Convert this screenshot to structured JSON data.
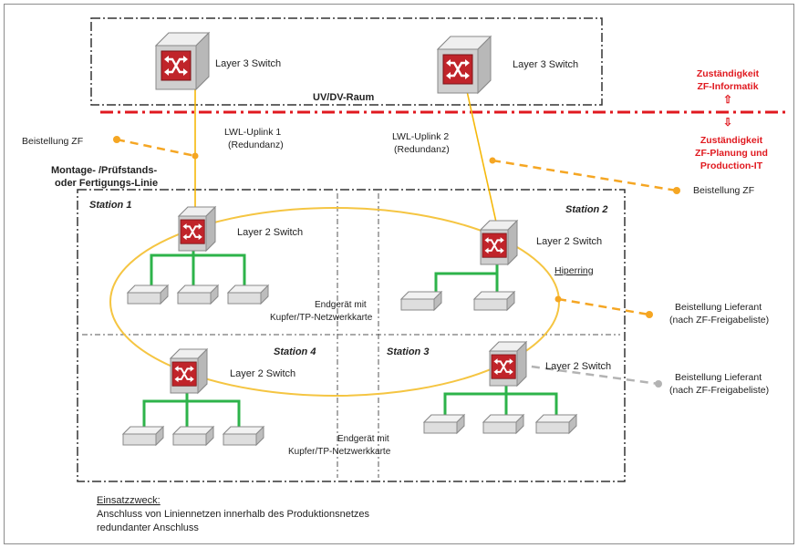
{
  "colors": {
    "uplink": "#f5b80a",
    "ring": "#f5c542",
    "provision_zf": "#f5a623",
    "provision_grey": "#b3b3b3",
    "responsibility": "#e0191f",
    "drop_cable": "#2db34a",
    "switch_icon": "#c0242a"
  },
  "core": {
    "switch_left_label": "Layer 3 Switch",
    "switch_right_label": "Layer 3 Switch",
    "room_label": "UV/DV-Raum"
  },
  "responsibility": {
    "top_line1": "Zuständigkeit",
    "top_line2": "ZF-Informatik",
    "top_arrow": "⇧",
    "bottom_arrow": "⇩",
    "bottom_line1": "Zuständigkeit",
    "bottom_line2": "ZF-Planung und",
    "bottom_line3": "Production-IT"
  },
  "uplinks": {
    "left_line1": "LWL-Uplink 1",
    "left_line2": "(Redundanz)",
    "right_line1": "LWL-Uplink 2",
    "right_line2": "(Redundanz)"
  },
  "provision": {
    "zf_left": "Beistellung ZF",
    "zf_right": "Beistellung ZF",
    "supplier1_line1": "Beistellung Lieferant",
    "supplier1_line2": "(nach ZF-Freigabeliste)",
    "supplier2_line1": "Beistellung Lieferant",
    "supplier2_line2": "(nach ZF-Freigabeliste)"
  },
  "line": {
    "label_line1": "Montage- /Prüfstands-",
    "label_line2": "oder Fertigungs-Linie"
  },
  "stations": {
    "s1": "Station 1",
    "s2": "Station 2",
    "s3": "Station 3",
    "s4": "Station 4",
    "switch_label": "Layer 2 Switch",
    "ring_label": "Hiperring"
  },
  "endpoints": {
    "upper_line1": "Endgerät mit",
    "upper_line2": "Kupfer/TP-Netzwerkkarte",
    "lower_line1": "Endgerät mit",
    "lower_line2": "Kupfer/TP-Netzwerkkarte"
  },
  "purpose": {
    "heading": "Einsatzzweck:",
    "line1": "Anschluss von Liniennetzen innerhalb des Produktionsnetzes",
    "line2": "redundanter Anschluss"
  }
}
